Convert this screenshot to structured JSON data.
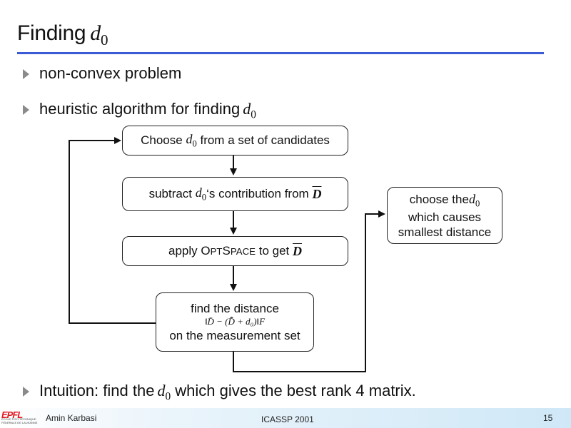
{
  "slide": {
    "title_text": "Finding",
    "title_var": "d",
    "title_sub": "0"
  },
  "bullets": [
    {
      "text": "non-convex problem"
    },
    {
      "text": "heuristic algorithm for finding",
      "var": "d",
      "sub": "0"
    },
    {
      "text_before": "Intuition: find the",
      "var": "d",
      "sub": "0",
      "text_after": "which gives the best rank 4 matrix."
    }
  ],
  "flow": {
    "box1": {
      "before": "Choose",
      "var": "d",
      "sub": "0",
      "after": "from a set of candidates"
    },
    "box2": {
      "before": "subtract",
      "var": "d",
      "sub": "0",
      "after": "‘s contribution from",
      "matrix": "D"
    },
    "box3": {
      "before": "apply",
      "optspace_O": "O",
      "optspace_PT": "PT",
      "optspace_S": "S",
      "optspace_PACE": "PACE",
      "after": "to get",
      "matrix": "D"
    },
    "box4": {
      "line1": "find the distance",
      "formula": "‖D̄ − (D̂̄ + d₀)‖F",
      "line3": "on the measurement set"
    },
    "box5": {
      "line1_before": "choose the",
      "var": "d",
      "sub": "0",
      "line2": "which causes",
      "line3": "smallest distance"
    }
  },
  "footer": {
    "author": "Amin Karbasi",
    "conference": "ICASSP 2001",
    "page": "15",
    "logo_mark": "EPFL",
    "logo_text": "ÉCOLE POLYTECHNIQUE FÉDÉRALE DE LAUSANNE"
  },
  "colors": {
    "title_rule": "#3b5bd6",
    "bullet_triangle": "#8a8a8a",
    "logo_red": "#e31b23",
    "footer_gradient_end": "#cfe8f7"
  }
}
